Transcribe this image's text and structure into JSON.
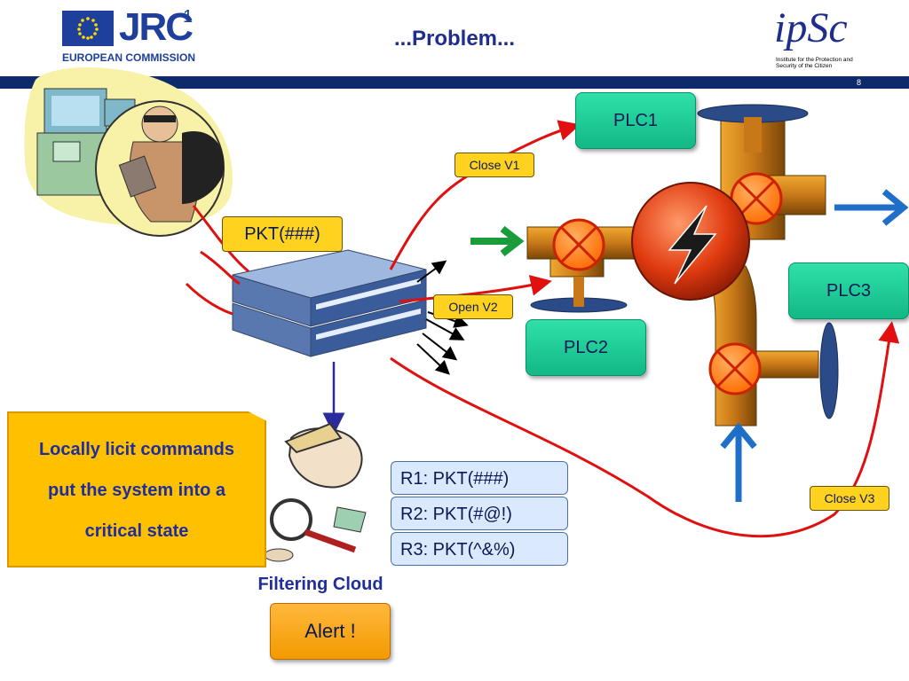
{
  "header": {
    "org_logo_text": "JRC",
    "org_logo_sup": "1",
    "org_name": "EUROPEAN COMMISSION",
    "title": "...Problem...",
    "partner_logo": "ipSc",
    "partner_subtitle": "Institute for the Protection and Security of the Citizen",
    "slide_number": "8"
  },
  "packet_label": "PKT(###)",
  "plcs": [
    "PLC1",
    "PLC2",
    "PLC3"
  ],
  "commands": {
    "v1": "Close V1",
    "v2": "Open V2",
    "v3": "Close V3"
  },
  "note": {
    "lines": [
      "Locally licit commands",
      "put the system into a",
      "critical state"
    ]
  },
  "rules": [
    "R1: PKT(###)",
    "R2: PKT(#@!)",
    "R3: PKT(^&%)"
  ],
  "filtering_label": "Filtering Cloud",
  "alert_label": "Alert !",
  "colors": {
    "accent_blue": "#1f2e8c",
    "plc_green": "#1ec99a",
    "command_yellow": "#ffd21f",
    "note_orange": "#ffc000",
    "signal_red": "#e01010"
  },
  "icons": [
    "eu-flag-icon",
    "thief-icon",
    "network-switch-icon",
    "pipe-valve-icon",
    "lightning-icon",
    "detective-icon"
  ]
}
